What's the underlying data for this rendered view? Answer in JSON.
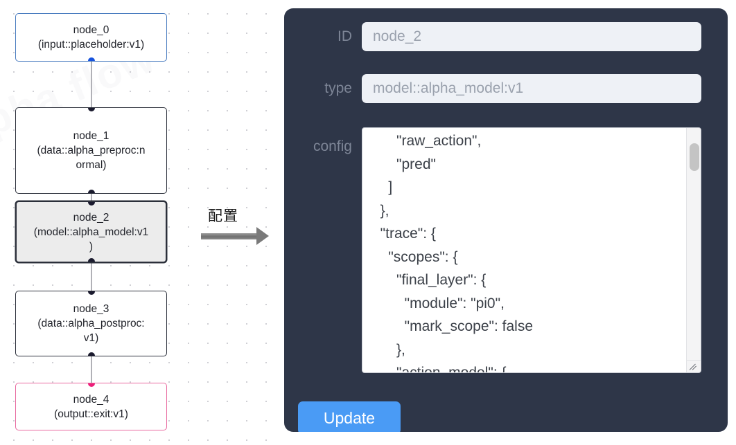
{
  "canvas": {
    "watermark_text": "alpha flow",
    "nodes": [
      {
        "id": "node_0",
        "title": "node_0",
        "subtitle": "(input::placeholder:v1)",
        "label": "node_0\n(input::placeholder:v1)",
        "accent": "#4a7cc0",
        "selected": false,
        "state": "source"
      },
      {
        "id": "node_1",
        "title": "node_1",
        "subtitle": "(data::alpha_preproc:normal)",
        "label": "node_1\n(data::alpha_preproc:n\normal)",
        "accent": "#2b2f3a",
        "selected": false,
        "state": "normal"
      },
      {
        "id": "node_2",
        "title": "node_2",
        "subtitle": "(model::alpha_model:v1)",
        "label": "node_2\n(model::alpha_model:v1\n)",
        "accent": "#2b2f3a",
        "selected": true,
        "state": "selected"
      },
      {
        "id": "node_3",
        "title": "node_3",
        "subtitle": "(data::alpha_postproc:v1)",
        "label": "node_3\n(data::alpha_postproc:\nv1)",
        "accent": "#2b2f3a",
        "selected": false,
        "state": "normal"
      },
      {
        "id": "node_4",
        "title": "node_4",
        "subtitle": "(output::exit:v1)",
        "label": "node_4\n(output::exit:v1)",
        "accent": "#e8699f",
        "selected": false,
        "state": "sink"
      }
    ],
    "edges": [
      {
        "from": "node_0",
        "to": "node_1"
      },
      {
        "from": "node_1",
        "to": "node_2"
      },
      {
        "from": "node_2",
        "to": "node_3"
      },
      {
        "from": "node_3",
        "to": "node_4"
      }
    ],
    "port_colors": {
      "default": "#1a1a2e",
      "source": "#1753dd",
      "sink": "#ec1e79"
    }
  },
  "transition": {
    "caption": "配置",
    "arrow_color": "#7a7a7a",
    "direction": "right"
  },
  "panel": {
    "background": "#2e3648",
    "fields": {
      "id": {
        "label": "ID",
        "value": "node_2",
        "placeholder": "node_2"
      },
      "type": {
        "label": "type",
        "value": "model::alpha_model:v1",
        "placeholder": "model::alpha_model:v1"
      },
      "config": {
        "label": "config",
        "value": "      \"raw_action\",\n      \"pred\"\n    ]\n  },\n  \"trace\": {\n    \"scopes\": {\n      \"final_layer\": {\n        \"module\": \"pi0\",\n        \"mark_scope\": false\n      },\n      \"action_model\": {",
        "scroll_position": "middle",
        "resizable": true
      }
    },
    "update_button": {
      "label": "Update",
      "color": "#4a9bf5",
      "text_color": "#ffffff"
    }
  }
}
